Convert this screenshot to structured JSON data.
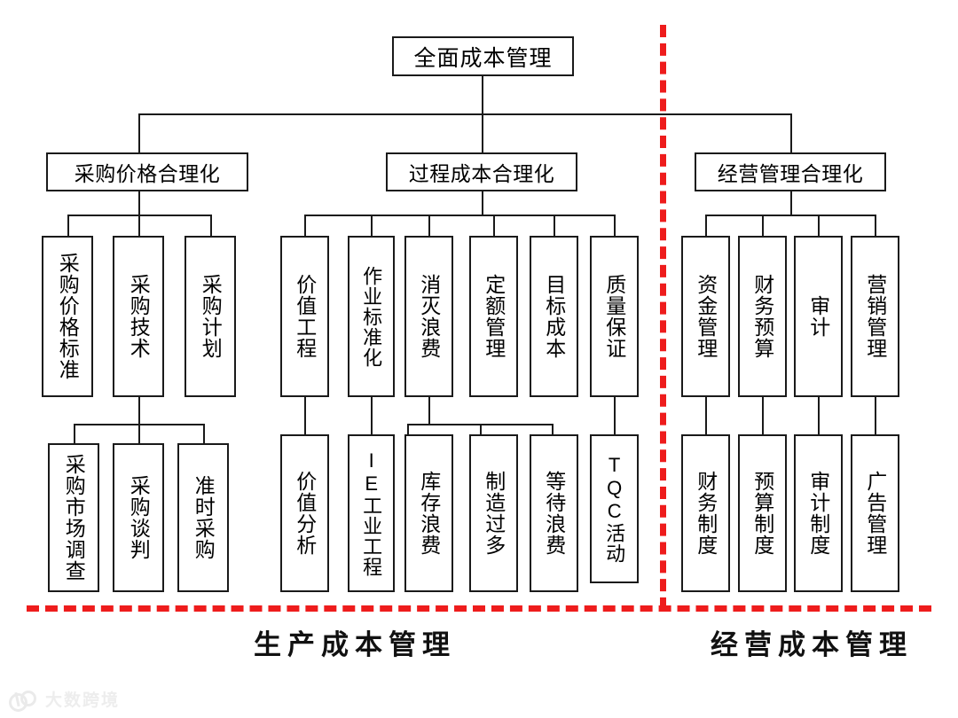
{
  "diagram": {
    "title": "全面成本管理",
    "root": {
      "label": "全面成本管理"
    },
    "branches": [
      {
        "id": "purchase",
        "label": "采购价格合理化",
        "level2": [
          {
            "label": "采购价格标准"
          },
          {
            "label": "采购技术"
          },
          {
            "label": "采购计划"
          }
        ],
        "level3": [
          {
            "label": "采购市场调查"
          },
          {
            "label": "采购谈判"
          },
          {
            "label": "准时采购"
          }
        ]
      },
      {
        "id": "process",
        "label": "过程成本合理化",
        "level2": [
          {
            "label": "价值工程"
          },
          {
            "label": "作业标准化"
          },
          {
            "label": "消灭浪费"
          },
          {
            "label": "定额管理"
          },
          {
            "label": "目标成本"
          },
          {
            "label": "质量保证"
          }
        ],
        "level3": [
          {
            "label": "价值分析"
          },
          {
            "label": "IE工业工程"
          },
          {
            "label": "库存浪费"
          },
          {
            "label": "制造过多"
          },
          {
            "label": "等待浪费"
          },
          {
            "label": "TQC活动"
          }
        ]
      },
      {
        "id": "management",
        "label": "经营管理合理化",
        "level2": [
          {
            "label": "资金管理"
          },
          {
            "label": "财务预算"
          },
          {
            "label": "审计"
          },
          {
            "label": "营销管理"
          }
        ],
        "level3": [
          {
            "label": "财务制度"
          },
          {
            "label": "预算制度"
          },
          {
            "label": "审计制度"
          },
          {
            "label": "广告管理"
          }
        ]
      }
    ],
    "captions": {
      "left": "生产成本管理",
      "right": "经营成本管理"
    },
    "separator_color": "#ee1c1c",
    "line_color": "#1a1a1a"
  },
  "watermark": {
    "text": "大数跨境"
  }
}
